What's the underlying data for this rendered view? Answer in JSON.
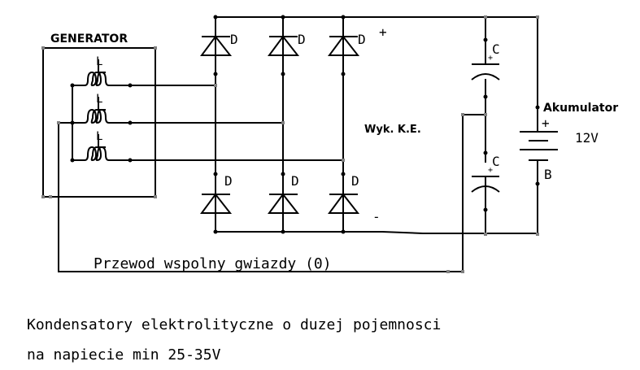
{
  "generator": {
    "title": "GENERATOR",
    "coil_label": "L"
  },
  "rectifier": {
    "diode_label": "D",
    "plus": "+",
    "minus": "-",
    "label": "Wyk. K.E."
  },
  "capacitors": {
    "label": "C",
    "polarity": "+"
  },
  "battery": {
    "title": "Akumulator",
    "plus": "+",
    "voltage": "12V",
    "label": "B"
  },
  "neutral_wire": "Przewod wspolny gwiazdy (0)",
  "note": {
    "line1": "Kondensatory elektrolityczne o duzej pojemnosci",
    "line2": "na napiecie min 25-35V"
  }
}
